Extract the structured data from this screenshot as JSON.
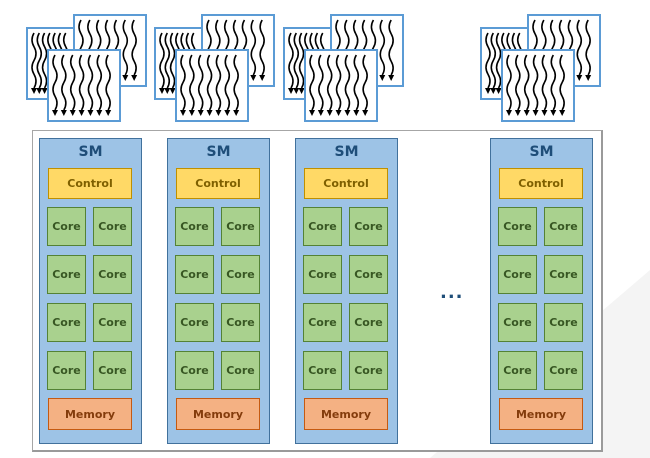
{
  "diagram": {
    "title": "GPU streaming multiprocessors executing thread blocks",
    "thread_block_groups": 4,
    "thread_blocks_per_group": 3,
    "ellipsis": "...",
    "sms": [
      {
        "title": "SM",
        "control": "Control",
        "cores": [
          "Core",
          "Core",
          "Core",
          "Core",
          "Core",
          "Core",
          "Core",
          "Core"
        ],
        "memory": "Memory"
      },
      {
        "title": "SM",
        "control": "Control",
        "cores": [
          "Core",
          "Core",
          "Core",
          "Core",
          "Core",
          "Core",
          "Core",
          "Core"
        ],
        "memory": "Memory"
      },
      {
        "title": "SM",
        "control": "Control",
        "cores": [
          "Core",
          "Core",
          "Core",
          "Core",
          "Core",
          "Core",
          "Core",
          "Core"
        ],
        "memory": "Memory"
      },
      {
        "title": "SM",
        "control": "Control",
        "cores": [
          "Core",
          "Core",
          "Core",
          "Core",
          "Core",
          "Core",
          "Core",
          "Core"
        ],
        "memory": "Memory"
      }
    ],
    "colors": {
      "sm_fill": "#9dc3e6",
      "sm_border": "#41719c",
      "control_fill": "#ffd966",
      "core_fill": "#a9d18e",
      "memory_fill": "#f4b183",
      "thread_block_border": "#5b9bd5"
    }
  }
}
